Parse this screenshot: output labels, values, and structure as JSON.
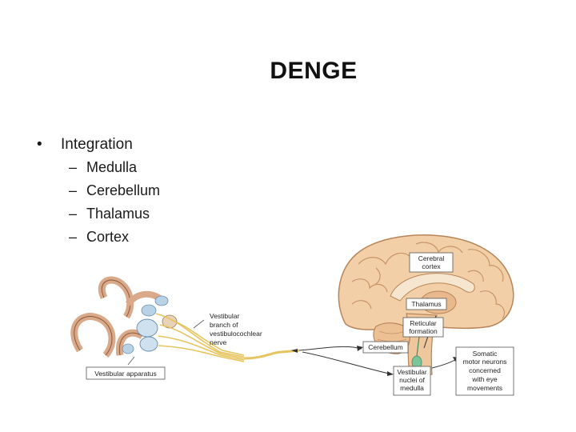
{
  "title": "DENGE",
  "bullet": {
    "symbol": "•",
    "text": "Integration"
  },
  "sub_items": [
    {
      "dash": "–",
      "text": "Medulla"
    },
    {
      "dash": "–",
      "text": "Cerebellum"
    },
    {
      "dash": "–",
      "text": "Thalamus"
    },
    {
      "dash": "–",
      "text": "Cortex"
    }
  ],
  "figure_labels": {
    "cerebral_cortex_1": "Cerebral",
    "cerebral_cortex_2": "cortex",
    "thalamus": "Thalamus",
    "reticular_1": "Reticular",
    "reticular_2": "formation",
    "cerebellum": "Cerebellum",
    "vestibular_nuclei_1": "Vestibular",
    "vestibular_nuclei_2": "nuclei of",
    "vestibular_nuclei_3": "medulla",
    "somatic_1": "Somatic",
    "somatic_2": "motor neurons",
    "somatic_3": "concerned",
    "somatic_4": "with eye",
    "somatic_5": "movements",
    "nerve_1": "Vestibular",
    "nerve_2": "branch of",
    "nerve_3": "vestibulocochlear",
    "nerve_4": "nerve",
    "apparatus": "Vestibular apparatus"
  },
  "colors": {
    "brain": "#f2cfa6",
    "brain_outline": "#b8855a",
    "nerve": "#f0d27a",
    "canal": "#d9a98a",
    "ampulla": "#b9d2e6",
    "pathway_green": "#7cc49a"
  }
}
